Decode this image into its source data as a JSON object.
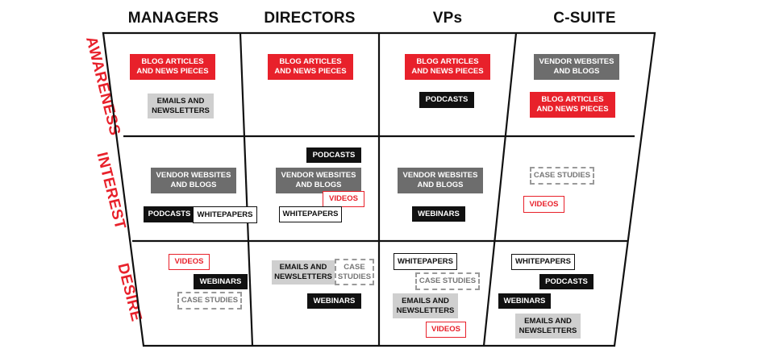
{
  "columns": [
    "MANAGERS",
    "DIRECTORS",
    "VPs",
    "C-SUITE"
  ],
  "rows": [
    "AWARENESS",
    "INTEREST",
    "DESIRE"
  ],
  "colors": {
    "red": "#e8212b",
    "dark_gray": "#6d6d6d",
    "light_gray": "#cfcfcf",
    "black": "#111111"
  },
  "cells": {
    "awareness": {
      "managers": {
        "t1": "BLOG ARTICLES\nAND NEWS PIECES",
        "t2": "EMAILS AND\nNEWSLETTERS"
      },
      "directors": {
        "t1": "BLOG ARTICLES\nAND NEWS PIECES"
      },
      "vps": {
        "t1": "BLOG ARTICLES\nAND NEWS PIECES",
        "t2": "PODCASTS"
      },
      "csuite": {
        "t1": "VENDOR WEBSITES\nAND BLOGS",
        "t2": "BLOG ARTICLES\nAND NEWS PIECES"
      }
    },
    "interest": {
      "managers": {
        "t1": "VENDOR WEBSITES\nAND BLOGS",
        "t2": "PODCASTS",
        "t3": "WHITEPAPERS"
      },
      "directors": {
        "t1": "PODCASTS",
        "t2": "VENDOR WEBSITES\nAND BLOGS",
        "t3": "VIDEOS",
        "t4": "WHITEPAPERS"
      },
      "vps": {
        "t1": "VENDOR WEBSITES\nAND BLOGS",
        "t2": "WEBINARS"
      },
      "csuite": {
        "t1": "CASE STUDIES",
        "t2": "VIDEOS"
      }
    },
    "desire": {
      "managers": {
        "t1": "VIDEOS",
        "t2": "WEBINARS",
        "t3": "CASE STUDIES"
      },
      "directors": {
        "t1": "EMAILS AND\nNEWSLETTERS",
        "t2": "CASE\nSTUDIES",
        "t3": "WEBINARS"
      },
      "vps": {
        "t1": "WHITEPAPERS",
        "t2": "CASE STUDIES",
        "t3": "EMAILS AND\nNEWSLETTERS",
        "t4": "VIDEOS"
      },
      "csuite": {
        "t1": "WHITEPAPERS",
        "t2": "PODCASTS",
        "t3": "WEBINARS",
        "t4": "EMAILS AND\nNEWSLETTERS"
      }
    }
  }
}
